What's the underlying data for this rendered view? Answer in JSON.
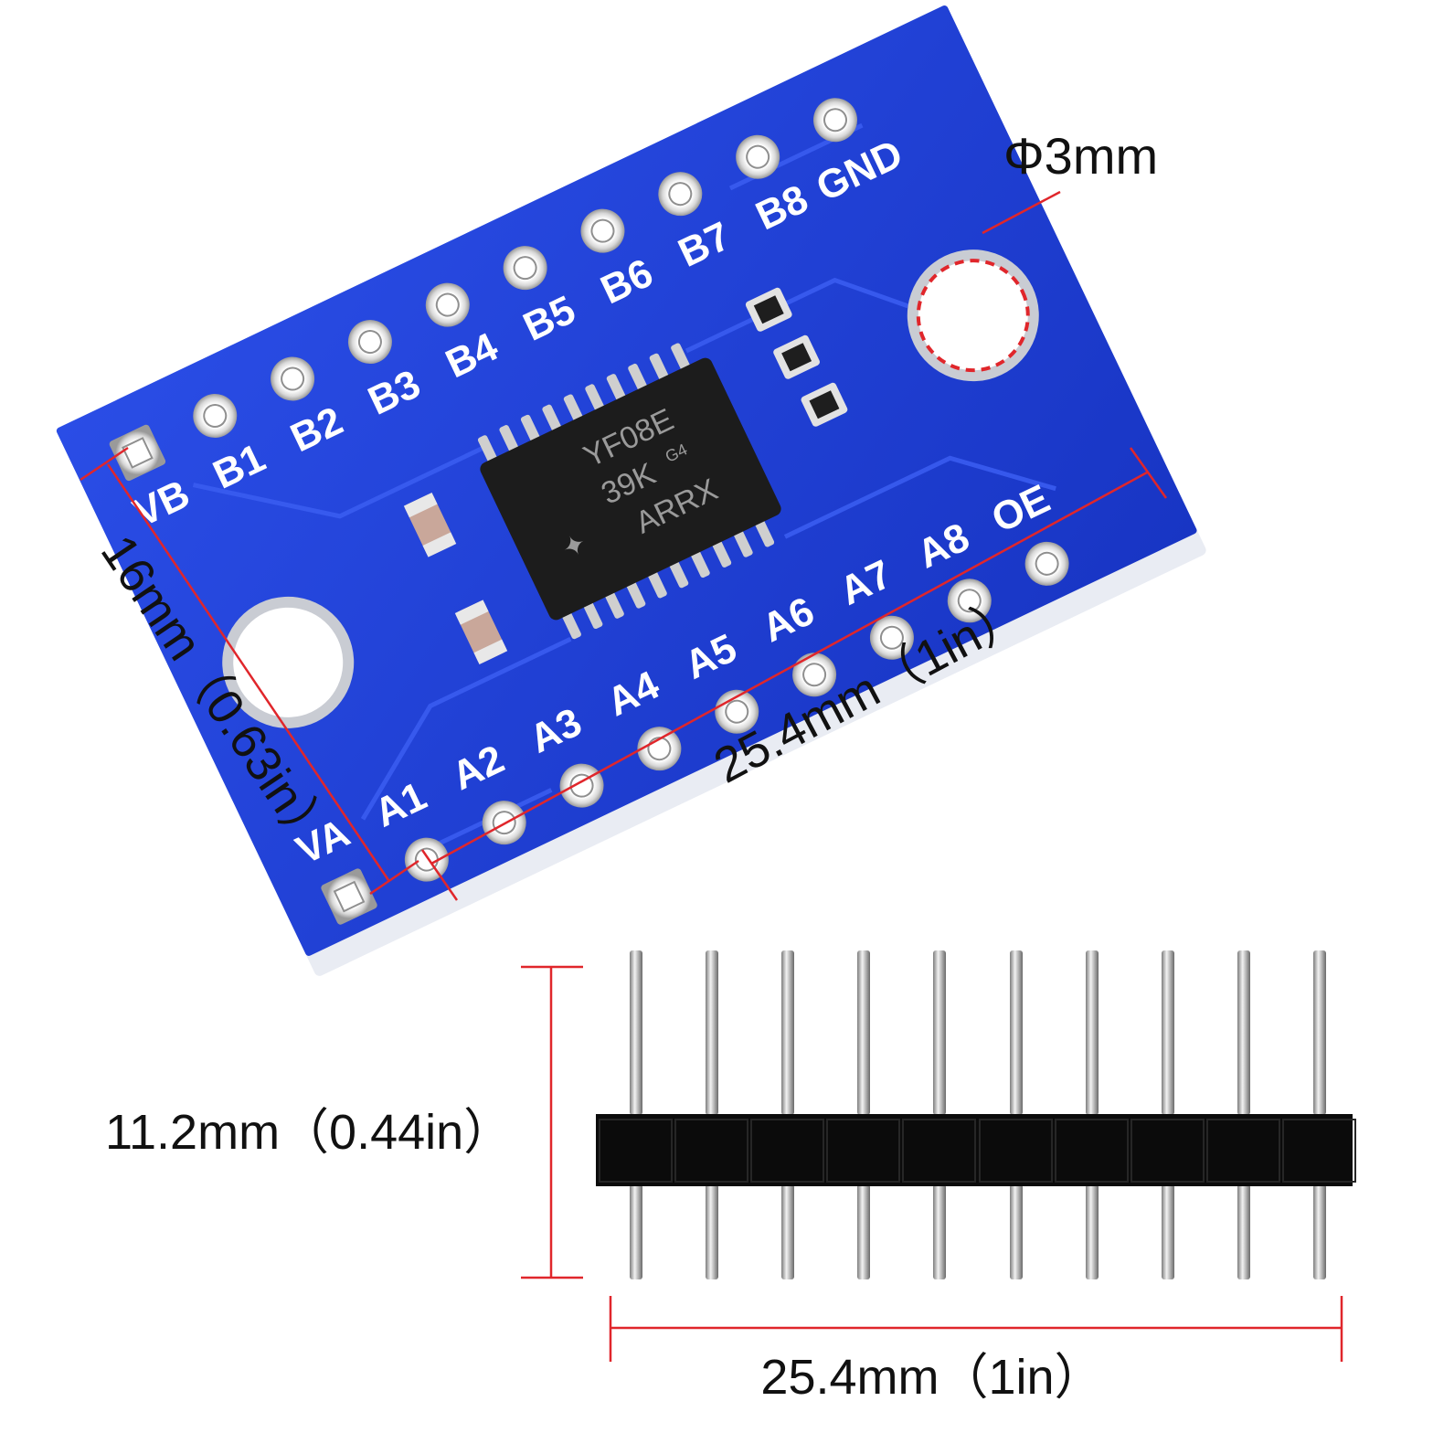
{
  "board": {
    "name": "8-channel logic level converter module",
    "chip_marking": [
      "YF08E",
      "39K",
      "G4",
      "ARRX"
    ],
    "top_row_labels": [
      "VB",
      "B1",
      "B2",
      "B3",
      "B4",
      "B5",
      "B6",
      "B7",
      "B8",
      "GND"
    ],
    "bottom_row_labels": [
      "VA",
      "A1",
      "A2",
      "A3",
      "A4",
      "A5",
      "A6",
      "A7",
      "A8",
      "OE"
    ],
    "pcb_color": "#1f3fd6",
    "pcb_edge_color": "#1530b0"
  },
  "dimensions": {
    "hole_diameter": "Φ3mm",
    "board_width": "16mm（0.63in）",
    "board_length": "25.4mm（1in）",
    "header_height": "11.2mm（0.44in）",
    "header_length": "25.4mm（1in）",
    "line_color": "#e0262b"
  },
  "header": {
    "pin_count": 10,
    "body_color": "#0b0b0b",
    "pin_color": "#cfcfcf"
  }
}
